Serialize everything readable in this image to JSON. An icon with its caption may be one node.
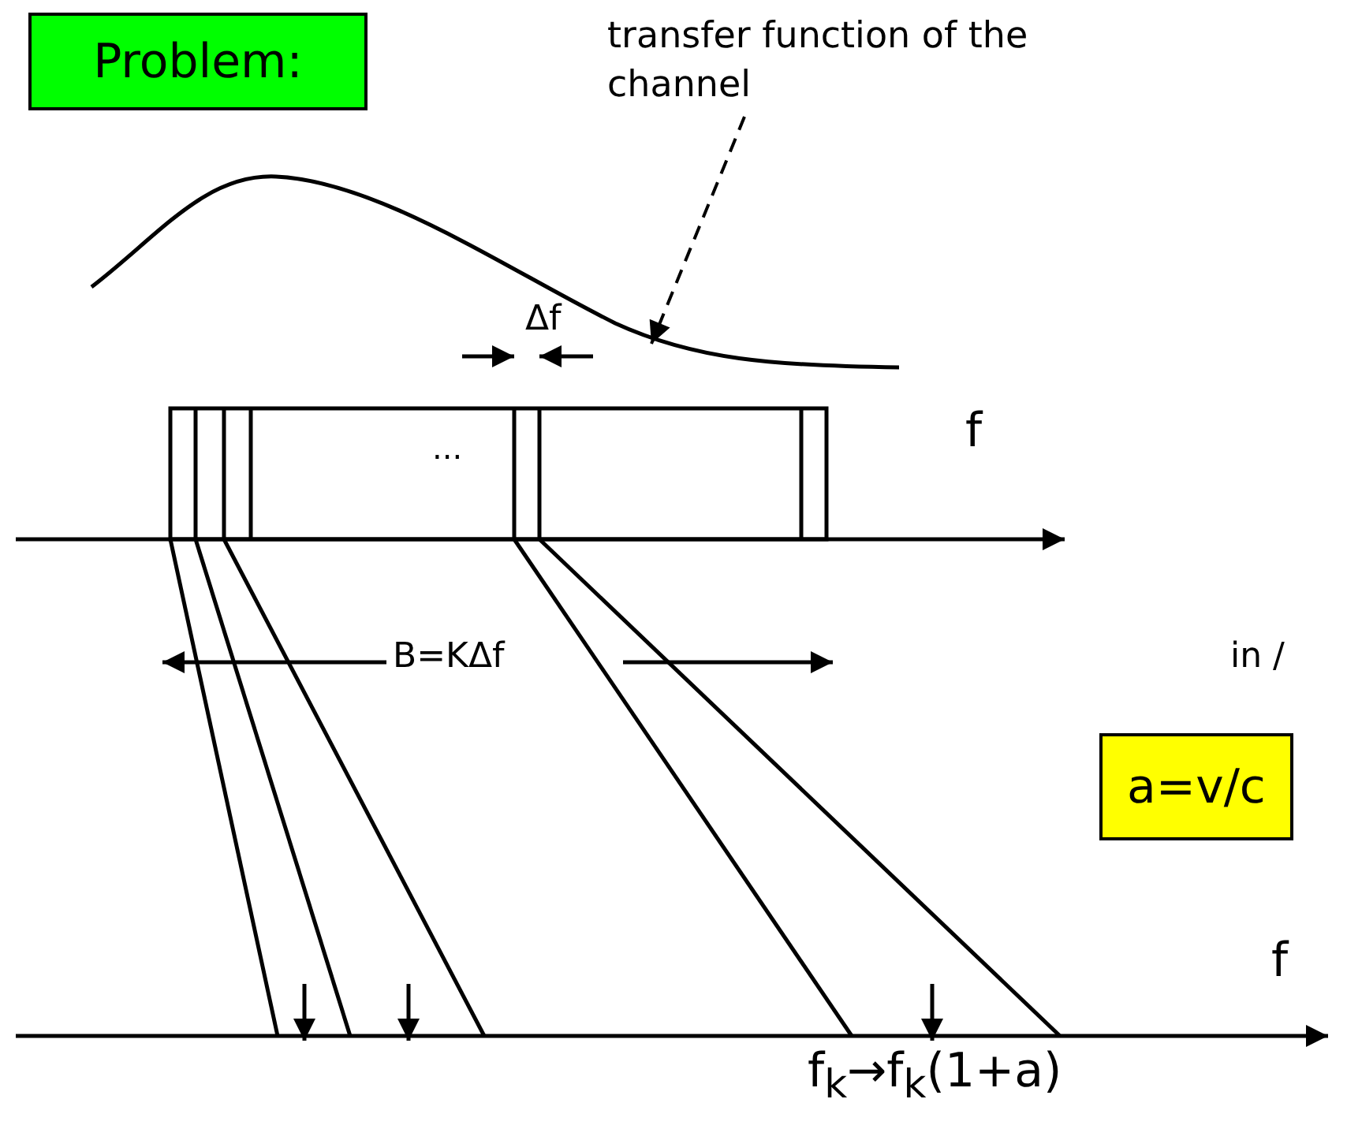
{
  "diagram": {
    "nodes": [
      {
        "text": [
          "Problem:"
        ]
      },
      {
        "text": [
          "transfer function of the channel"
        ]
      },
      {
        "text": [],
        "shape": "curve"
      },
      {
        "text": [
          "a=v/c"
        ]
      }
    ],
    "edges": [
      {
        "from": 1,
        "to": 2,
        "arrow": "to",
        "style": "dashed"
      }
    ],
    "labels": [
      "Δf",
      "...",
      "f",
      "B=KΔf",
      "in /",
      "f",
      "f$_{k}$→f$_{k}$(1+a)"
    ]
  }
}
